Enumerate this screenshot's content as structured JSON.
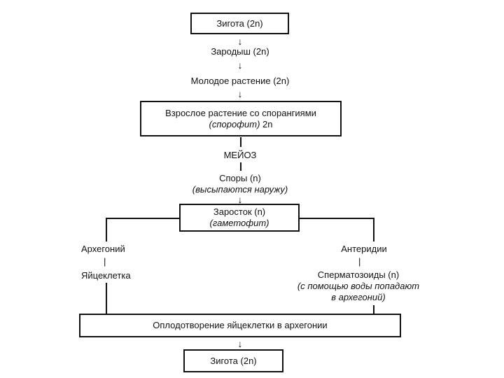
{
  "diagram": {
    "top_zygote": "Зигота (2n)",
    "embryo": "Зародыш (2n)",
    "young_plant": "Молодое растение (2n)",
    "adult_plant_line1": "Взрослое растение со спорангиями",
    "adult_plant_line2_italic": "(спорофит)",
    "adult_plant_line2_rest": " 2n",
    "meiosis": "МЕЙОЗ",
    "spores": "Споры (n)",
    "spores_note": "(высыпаются наружу)",
    "prothallus_line1": "Заросток (n)",
    "prothallus_line2": "(гаметофит)",
    "archegonium": "Архегоний",
    "egg_cell": "Яйцеклетка",
    "antheridia": "Антеридии",
    "sperm": "Сперматозоиды (n)",
    "sperm_note_line1": "(с помощью воды попадают",
    "sperm_note_line2": "в архегоний)",
    "fertilization": "Оплодотворение яйцеклетки в архегонии",
    "bottom_zygote": "Зигота (2n)",
    "arrow_glyph": "↓",
    "dash_glyph": "|"
  }
}
